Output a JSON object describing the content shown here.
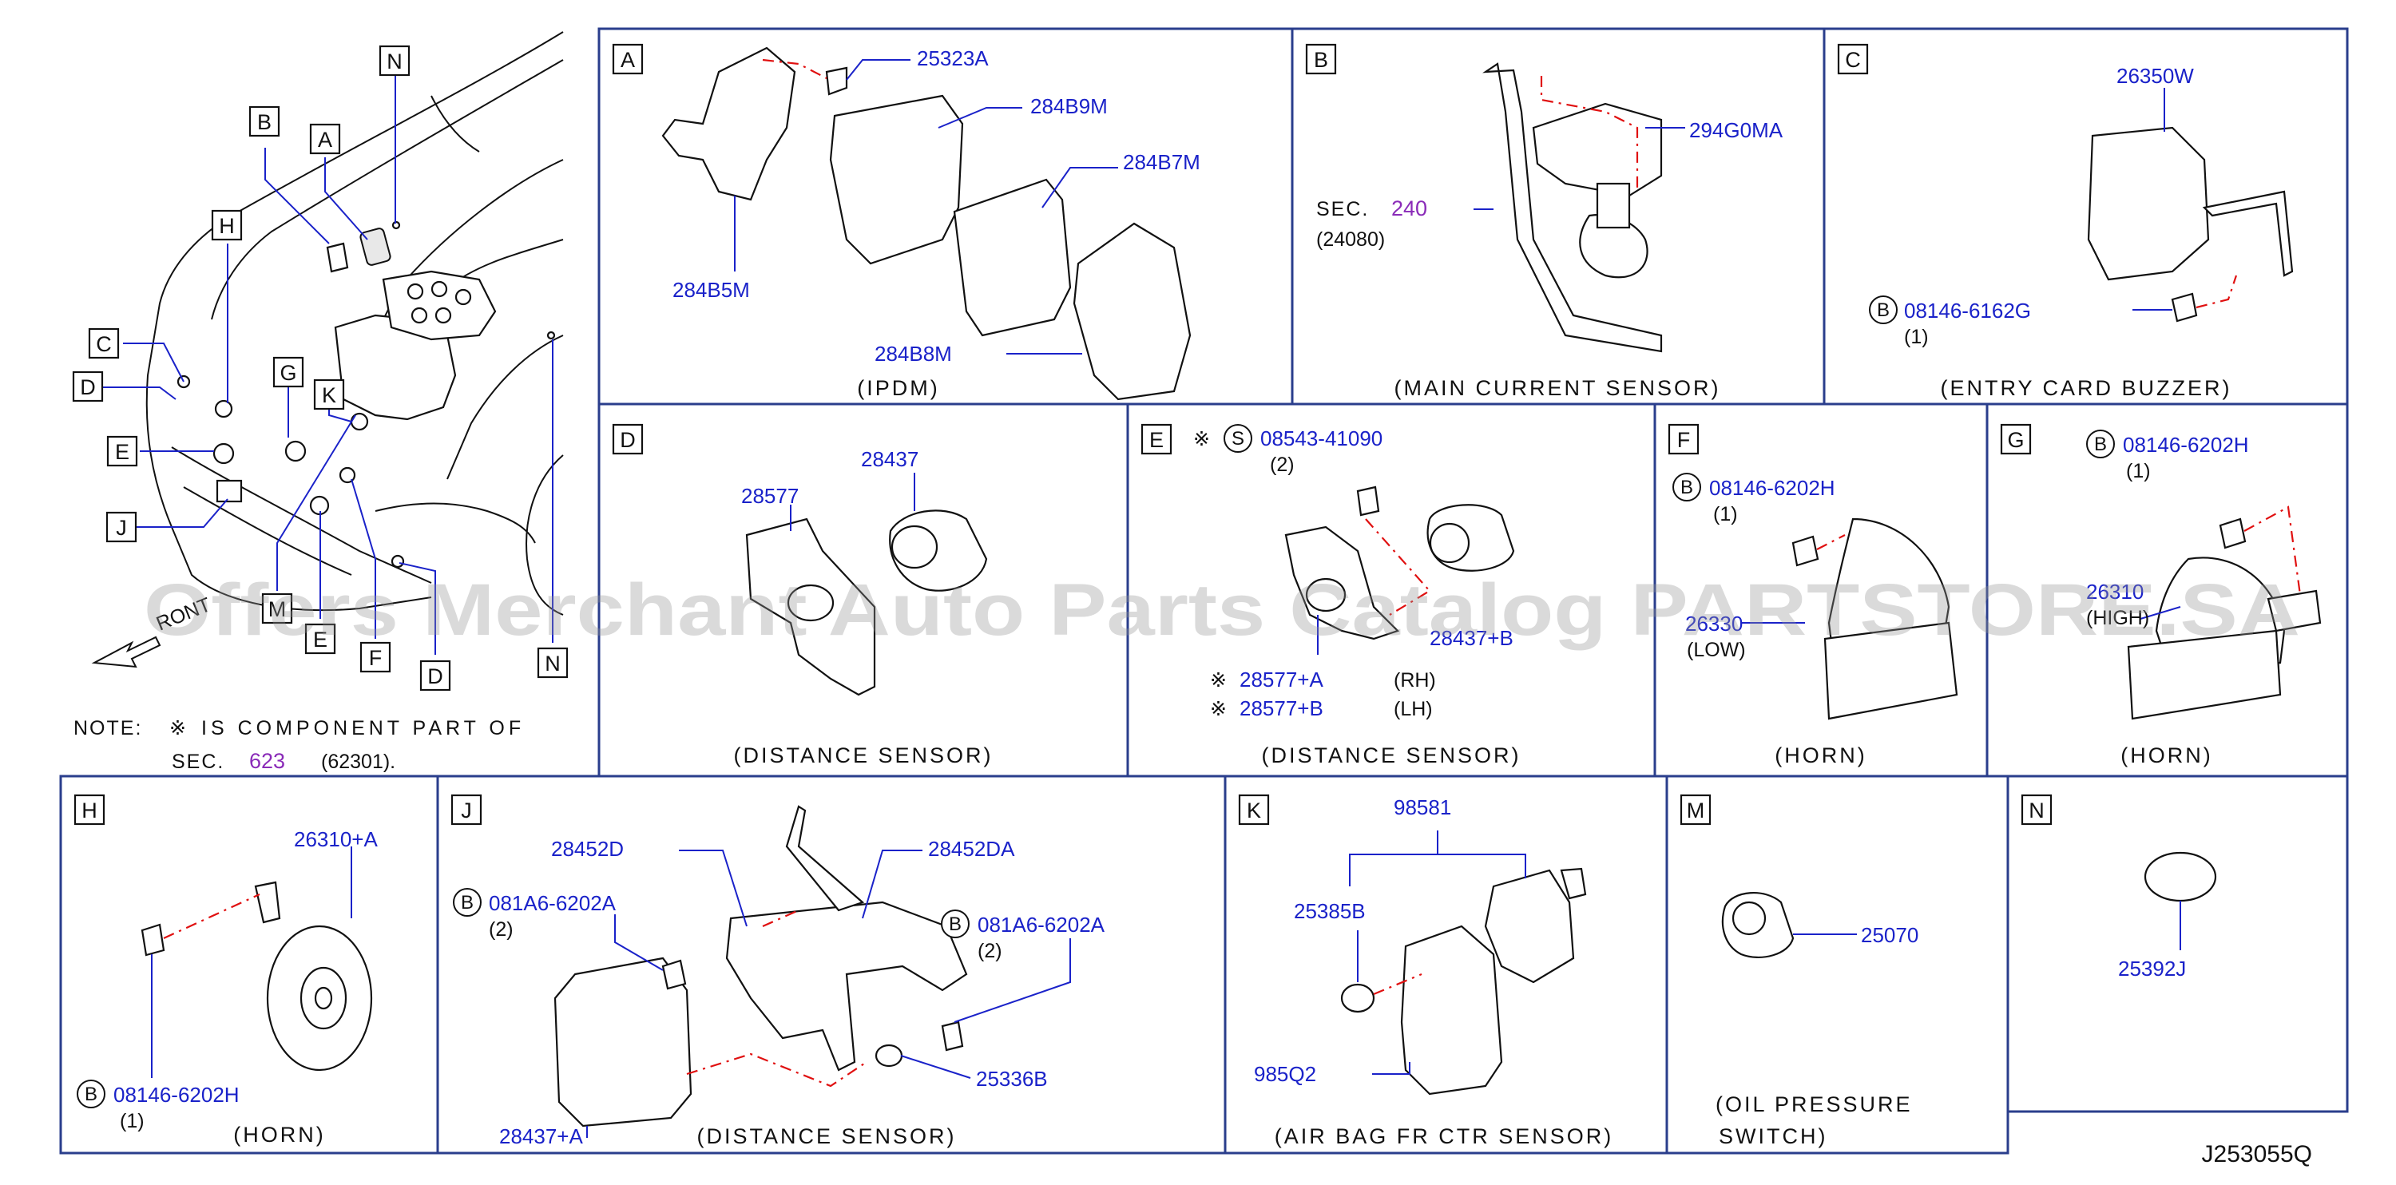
{
  "overview": {
    "callouts": [
      "N",
      "B",
      "A",
      "H",
      "C",
      "D",
      "E",
      "G",
      "K",
      "J",
      "M",
      "E",
      "F",
      "D",
      "N"
    ],
    "direction_label": "RONT",
    "note_label": "NOTE:",
    "note_text": "IS COMPONENT PART OF",
    "note_sec_label": "SEC.",
    "note_sec_number": "623",
    "note_sec_code": "(62301)."
  },
  "symbols": {
    "asterisk": "※"
  },
  "panels": [
    {
      "letter": "A",
      "caption": "(IPDM)",
      "parts": [
        "25323A",
        "284B9M",
        "284B7M",
        "284B5M",
        "284B8M"
      ]
    },
    {
      "letter": "B",
      "caption": "(MAIN CURRENT SENSOR)",
      "parts": [
        "294G0MA"
      ],
      "sec_label": "SEC.",
      "sec_number": "240",
      "sec_code": "(24080)"
    },
    {
      "letter": "C",
      "caption": "(ENTRY CARD BUZZER)",
      "parts": [
        "26350W",
        "08146-6162G"
      ],
      "qty": "(1)",
      "circle": "B"
    },
    {
      "letter": "D",
      "caption": "(DISTANCE SENSOR)",
      "parts": [
        "28577",
        "28437"
      ]
    },
    {
      "letter": "E",
      "caption": "(DISTANCE SENSOR)",
      "parts": [
        "08543-41090",
        "28437+B",
        "28577+A",
        "28577+B"
      ],
      "qty": "(2)",
      "circle": "S",
      "side_rh": "(RH)",
      "side_lh": "(LH)"
    },
    {
      "letter": "F",
      "caption": "(HORN)",
      "parts": [
        "08146-6202H",
        "26330"
      ],
      "qty": "(1)",
      "circle": "B",
      "note": "(LOW)"
    },
    {
      "letter": "G",
      "caption": "(HORN)",
      "parts": [
        "08146-6202H",
        "26310"
      ],
      "qty": "(1)",
      "circle": "B",
      "note": "(HIGH)"
    },
    {
      "letter": "H",
      "caption": "(HORN)",
      "parts": [
        "26310+A",
        "08146-6202H"
      ],
      "qty": "(1)",
      "circle": "B"
    },
    {
      "letter": "J",
      "caption": "(DISTANCE SENSOR)",
      "parts": [
        "28452D",
        "28452DA",
        "081A6-6202A",
        "081A6-6202A",
        "25336B",
        "28437+A"
      ],
      "qty": "(2)",
      "circle": "B"
    },
    {
      "letter": "K",
      "caption": "(AIR BAG FR CTR SENSOR)",
      "parts": [
        "98581",
        "25385B",
        "985Q2"
      ]
    },
    {
      "letter": "M",
      "caption": "(OIL PRESSURE",
      "caption2": "SWITCH)",
      "parts": [
        "25070"
      ]
    },
    {
      "letter": "N",
      "caption": "",
      "parts": [
        "25392J"
      ]
    }
  ],
  "watermark": "Offers Merchant Auto Parts Catalog PARTSTORE.SA",
  "diagram_code": "J253055Q",
  "colors": {
    "frame": "#2a3e8c",
    "part_number": "#1a22c9",
    "reference_line": "#e01010",
    "section_link": "#8a2bb8"
  }
}
